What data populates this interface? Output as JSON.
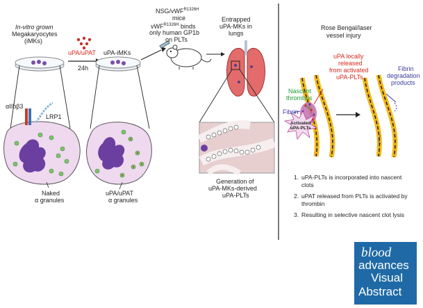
{
  "left_panel": {
    "imks_label_1": "In-vitro grown",
    "imks_label_2": "Megakaryocytes",
    "imks_label_3": "(iMKs)",
    "treatment_label": "uPA/uPAT",
    "time_label": "24h",
    "upa_imks_label": "uPA-iMKs",
    "mice_label_1": "NSG/vWF",
    "mice_label_1_sup": "R1326H",
    "mice_label_2": "mice",
    "mice_label_3": "vWF",
    "mice_label_3_sup": "R1326H",
    "mice_label_3_rest": " binds",
    "mice_label_4": "only human GP1b",
    "mice_label_5": "on PLTs",
    "lungs_label_1": "Entrapped",
    "lungs_label_2": "uPA-MKs in",
    "lungs_label_3": "lungs",
    "integrin_label": "αIIbβ3",
    "lrp1_label": "LRP1",
    "naked_label_1": "Naked",
    "naked_label_2": "α granules",
    "upat_granules_label_1": "uPA/uPAT",
    "upat_granules_label_2": "α granules",
    "generation_label_1": "Generation of",
    "generation_label_2": "uPA-MKs-derived",
    "generation_label_3": "uPA-PLTs"
  },
  "right_panel": {
    "injury_label_1": "Rose Bengal/laser",
    "injury_label_2": "vessel injury",
    "released_label_1": "uPA locally",
    "released_label_2": "released",
    "released_label_3": "from activated",
    "released_label_4": "uPA-PLTs",
    "thrombus_label_1": "Nascent",
    "thrombus_label_2": "thrombus",
    "fibrin_label": "Fibrin",
    "activated_label_1": "Activated",
    "activated_label_2": "uPA-PLTs",
    "degradation_label_1": "Fibrin",
    "degradation_label_2": "degradation",
    "degradation_label_3": "products",
    "steps": [
      {
        "num": "1.",
        "text": "uPA-PLTs is incorporated into nascent clots"
      },
      {
        "num": "2.",
        "text": "uPAT released from PLTs is activated by thrombin"
      },
      {
        "num": "3.",
        "text": "Resulting in selective nascent clot lysis"
      }
    ]
  },
  "logo": {
    "line1": "blood",
    "line2": "advances",
    "line3": "Visual",
    "line4": "Abstract"
  },
  "colors": {
    "red_text": "#d5281b",
    "green_text": "#1e9b3a",
    "blue_text": "#3a3aa0",
    "cell_fill": "#efd9ef",
    "nucleus": "#6b3fa0",
    "logo_bg": "#1f6aa6"
  }
}
